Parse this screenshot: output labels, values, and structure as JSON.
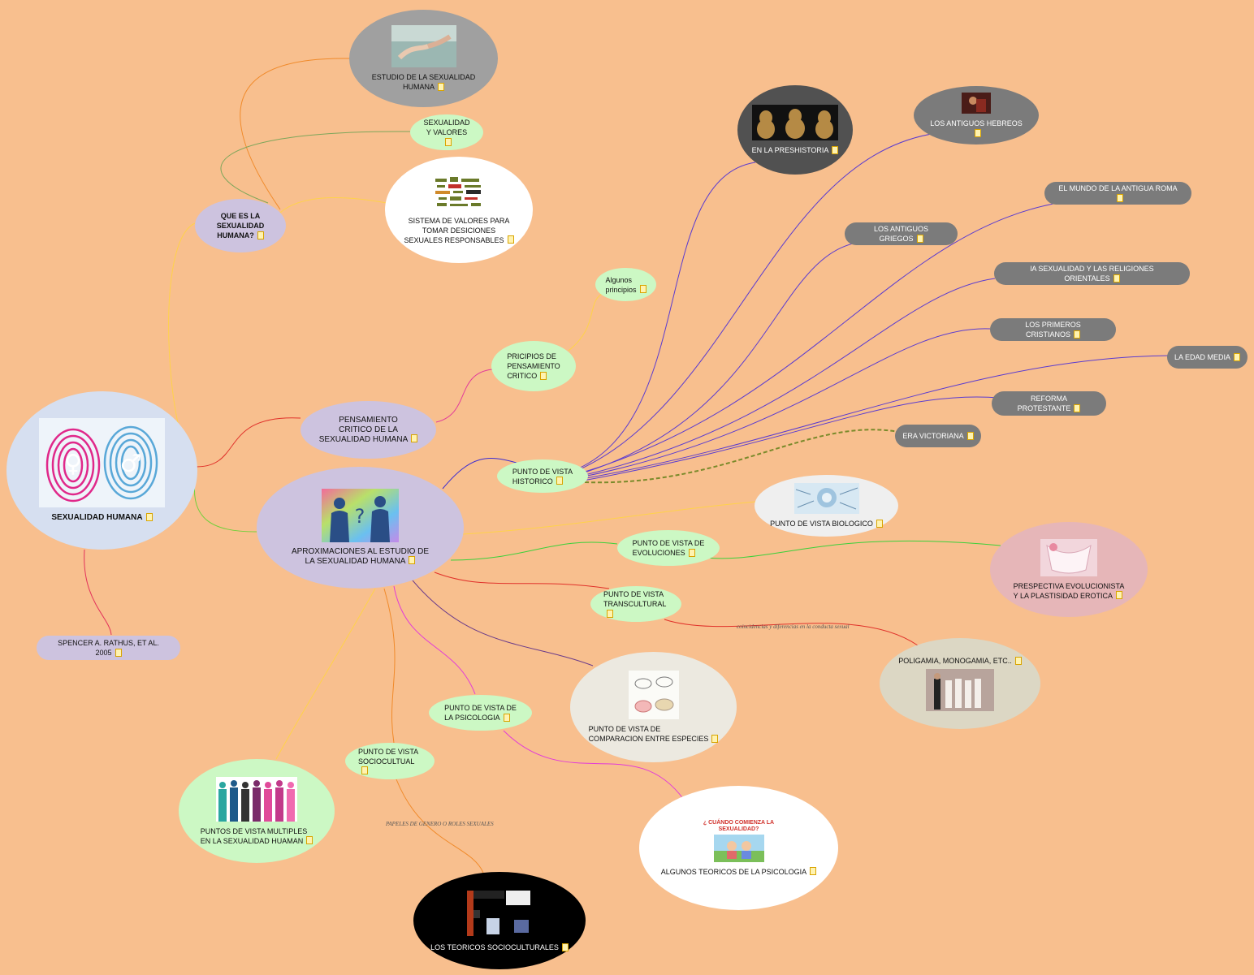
{
  "root": {
    "label": "SEXUALIDAD HUMANA"
  },
  "reference": {
    "label": "SPENCER A. RATHUS, ET AL. 2005"
  },
  "que_es": {
    "label": "QUE ES LA\nSEXUALIDAD\nHUMANA?"
  },
  "estudio": {
    "label": "ESTUDIO DE LA SEXUALIDAD\nHUMANA"
  },
  "valores": {
    "label": "SEXUALIDAD\nY VALORES"
  },
  "sistema": {
    "label": "SISTEMA DE VALORES PARA\nTOMAR DESICIONES\nSEXUALES RESPONSABLES"
  },
  "pensamiento": {
    "label": "PENSAMIENTO\nCRITICO DE LA\nSEXUALIDAD HUMANA"
  },
  "principios": {
    "label": "PRICIPIOS DE\nPENSAMIENTO\nCRITICO"
  },
  "algunos": {
    "label": "Algunos\nprincipios"
  },
  "aproximaciones": {
    "label": "APROXIMACIONES AL ESTUDIO DE\nLA SEXUALIDAD HUMANA"
  },
  "historico": {
    "label": "PUNTO DE VISTA\nHISTORICO"
  },
  "prehistoria": {
    "label": "EN LA PRESHISTORIA"
  },
  "hebreos": {
    "label": "LOS ANTIGUOS HEBREOS"
  },
  "roma": {
    "label": "EL MUNDO DE LA ANTIGUA ROMA"
  },
  "griegos": {
    "label": "LOS ANTIGUOS GRIEGOS"
  },
  "orientales": {
    "label": "lA SEXUALIDAD Y LAS RELIGIONES ORIENTALES"
  },
  "cristianos": {
    "label": "LOS PRIMEROS CRISTIANOS"
  },
  "edad_media": {
    "label": "LA EDAD MEDIA"
  },
  "reforma": {
    "label": "REFORMA PROTESTANTE"
  },
  "victoriana": {
    "label": "ERA VICTORIANA"
  },
  "biologico": {
    "label": "PUNTO DE VISTA BIOLOGICO"
  },
  "evoluciones": {
    "label": "PUNTO DE VISTA DE\nEVOLUCIONES"
  },
  "evolucionista": {
    "label": "PRESPECTIVA EVOLUCIONISTA\nY LA PLASTISIDAD EROTICA"
  },
  "transcultural": {
    "label": "PUNTO DE VISTA\nTRANSCULTURAL"
  },
  "poligamia": {
    "label": "POLIGAMIA, MONOGAMIA, ETC.."
  },
  "especies": {
    "label": "PUNTO DE VISTA DE\nCOMPARACION ENTRE ESPECIES"
  },
  "psicologia": {
    "label": "PUNTO DE VISTA DE\nLA PSICOLOGIA"
  },
  "teoricos_psico": {
    "label": "ALGUNOS TEORICOS DE LA PSICOLOGIA",
    "image_caption": "¿ CUÁNDO COMIENZA LA\nSEXUALIDAD?"
  },
  "sociocultural": {
    "label": "PUNTO DE VISTA\nSOCIOCULTUAL"
  },
  "teoricos_socio": {
    "label": "LOS TEORICOS SOCIOCULTURALES"
  },
  "multiples": {
    "label": "PUNTOS DE VISTA MULTIPLES\nEN LA SEXUALIDAD HUAMAN"
  },
  "edge_labels": {
    "coincidencias": "coincidencias y diferencias en la conducta sexual",
    "papeles": "PAPELES DE GENERO O ROLES SEXUALES"
  },
  "colors": {
    "background": "#f8bf8e",
    "lavender": "#cdc3df",
    "green": "#ccf8c4",
    "gray": "#7b7b7b",
    "purple_link": "#5a3bd0",
    "red_link": "#e0312a",
    "orange_link": "#f08a2a",
    "yellow_link": "#ffd24a",
    "green_link": "#6fd03a",
    "magenta_link": "#e23bd8"
  }
}
